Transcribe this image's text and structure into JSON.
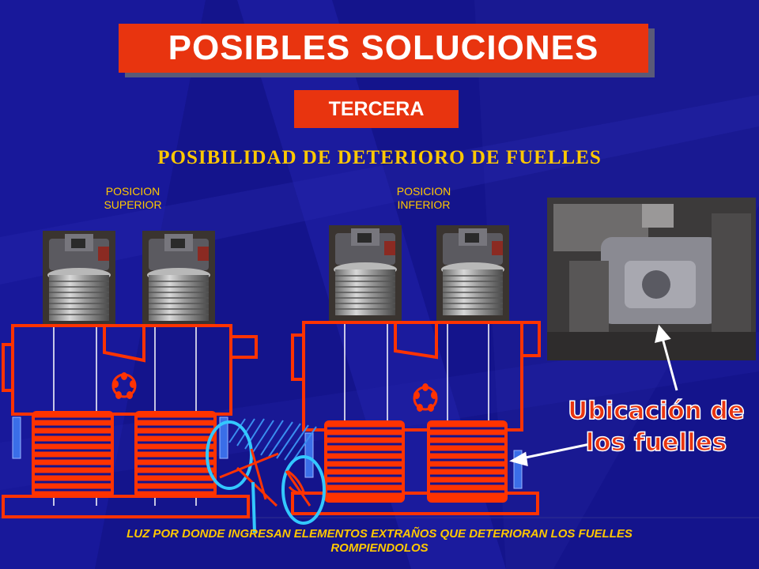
{
  "slide": {
    "title": "POSIBLES SOLUCIONES",
    "subtitle": "TERCERA",
    "heading": "POSIBILIDAD DE DETERIORO DE FUELLES"
  },
  "labels": {
    "upper_position": [
      "POSICION",
      "SUPERIOR"
    ],
    "lower_position": [
      "POSICION",
      "INFERIOR"
    ],
    "location": [
      "Ubicación de",
      "los fuelles"
    ]
  },
  "footer": [
    "LUZ POR DONDE INGRESAN ELEMENTOS EXTRAÑOS QUE DETERIORAN LOS FUELLES",
    "ROMPIENDOLOS"
  ],
  "colors": {
    "background": "#14148c",
    "accent": "#e8340f",
    "text_yellow": "#ffc800",
    "diagram_line": "#ff3300",
    "highlight_cyan": "#33c8ff"
  }
}
